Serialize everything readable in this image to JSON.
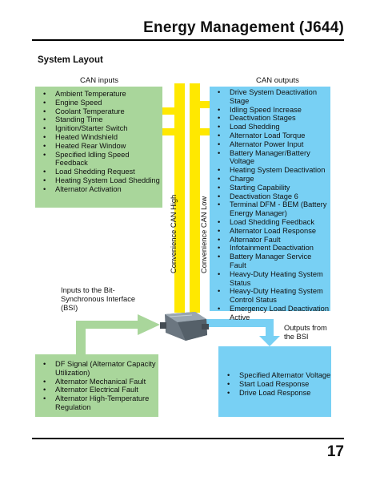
{
  "header": {
    "title": "Energy Management (J644)"
  },
  "section_title": "System Layout",
  "can_inputs": {
    "heading": "CAN inputs",
    "items": [
      "Ambient Temperature",
      "Engine Speed",
      "Coolant Temperature",
      "Standing Time",
      "Ignition/Starter Switch",
      "Heated Windshield",
      "Heated Rear Window",
      "Specified Idling Speed Feedback",
      "Load Shedding Request",
      "Heating System Load Shedding",
      "Alternator Activation"
    ]
  },
  "can_outputs": {
    "heading": "CAN outputs",
    "items": [
      "Drive System Deactivation Stage",
      "Idling Speed Increase",
      "Deactivation Stages",
      "Load Shedding",
      "Alternator Load Torque",
      "Alternator Power Input",
      "Battery Manager/Battery Voltage",
      "Heating System Deactivation",
      "Charge",
      "Starting Capability",
      "Deactivation Stage 6",
      "Terminal DFM - BEM (Battery Energy Manager)",
      "Load Shedding Feedback",
      "Alternator Load Response",
      "Alternator Fault",
      "Infotainment Deactivation",
      "Battery Manager Service Fault",
      "Heavy-Duty Heating System Status",
      "Heavy-Duty Heating System Control Status",
      "Emergency Load Deactivation Active"
    ]
  },
  "bus": {
    "high_label": "Convenience CAN High",
    "low_label": "Convenience CAN Low",
    "bus_color": "#ffe800"
  },
  "bsi_inputs": {
    "label": "Inputs to the Bit-Synchronous Interface (BSI)",
    "items": [
      "DF Signal (Alternator Capacity Utilization)",
      "Alternator Mechanical Fault",
      "Alternator Electrical Fault",
      "Alternator High-Temperature Regulation"
    ]
  },
  "bsi_outputs": {
    "label": "Outputs from the BSI",
    "items": [
      "Specified Alternator Voltage",
      "Start Load Response",
      "Drive Load Response"
    ]
  },
  "colors": {
    "green": "#a9d69b",
    "blue": "#78d0f4"
  },
  "control_unit_icon": "control-module-icon",
  "page_number": "17"
}
